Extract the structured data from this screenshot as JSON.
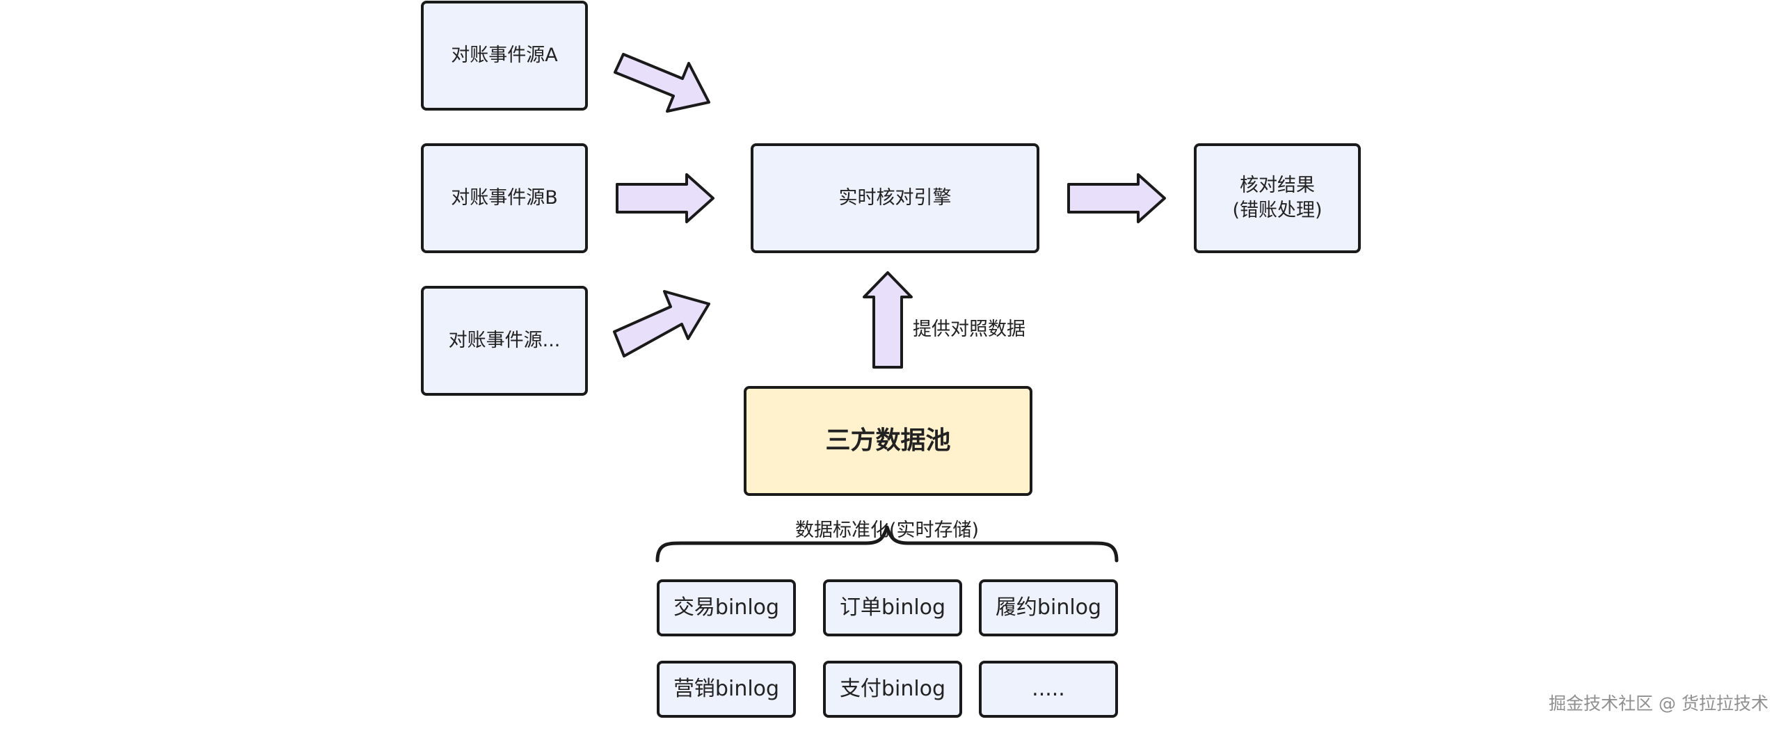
{
  "colors": {
    "box_fill": "#eef2fd",
    "pool_fill": "#fff2cc",
    "arrow_fill": "#e8e0fb",
    "stroke": "#1a1a1a"
  },
  "sources": [
    "对账事件源A",
    "对账事件源B",
    "对账事件源..."
  ],
  "engine": "实时核对引擎",
  "result": "核对结果\n(错账处理)",
  "provide_label": "提供对照数据",
  "pool": "三方数据池",
  "standardize_label": "数据标准化(实时存储)",
  "binlogs": [
    "交易binlog",
    "订单binlog",
    "履约binlog",
    "营销binlog",
    "支付binlog",
    "....."
  ],
  "watermark": "掘金技术社区 @ 货拉拉技术"
}
